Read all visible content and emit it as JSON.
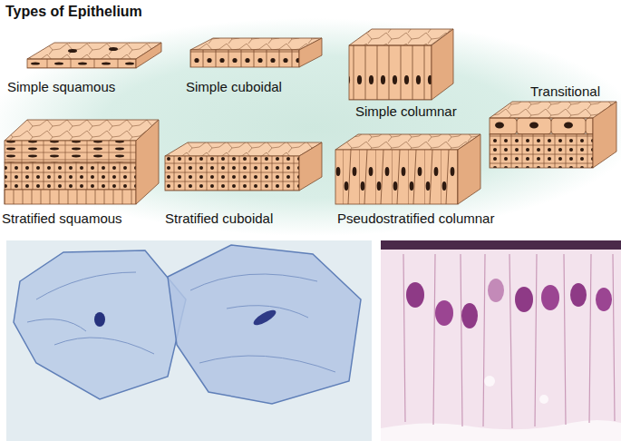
{
  "diagram": {
    "title": "Types of Epithelium",
    "labels": [
      "Simple squamous",
      "Simple cuboidal",
      "Simple columnar",
      "Transitional",
      "Stratified squamous",
      "Stratified cuboidal",
      "Pseudostratified columnar"
    ]
  }
}
